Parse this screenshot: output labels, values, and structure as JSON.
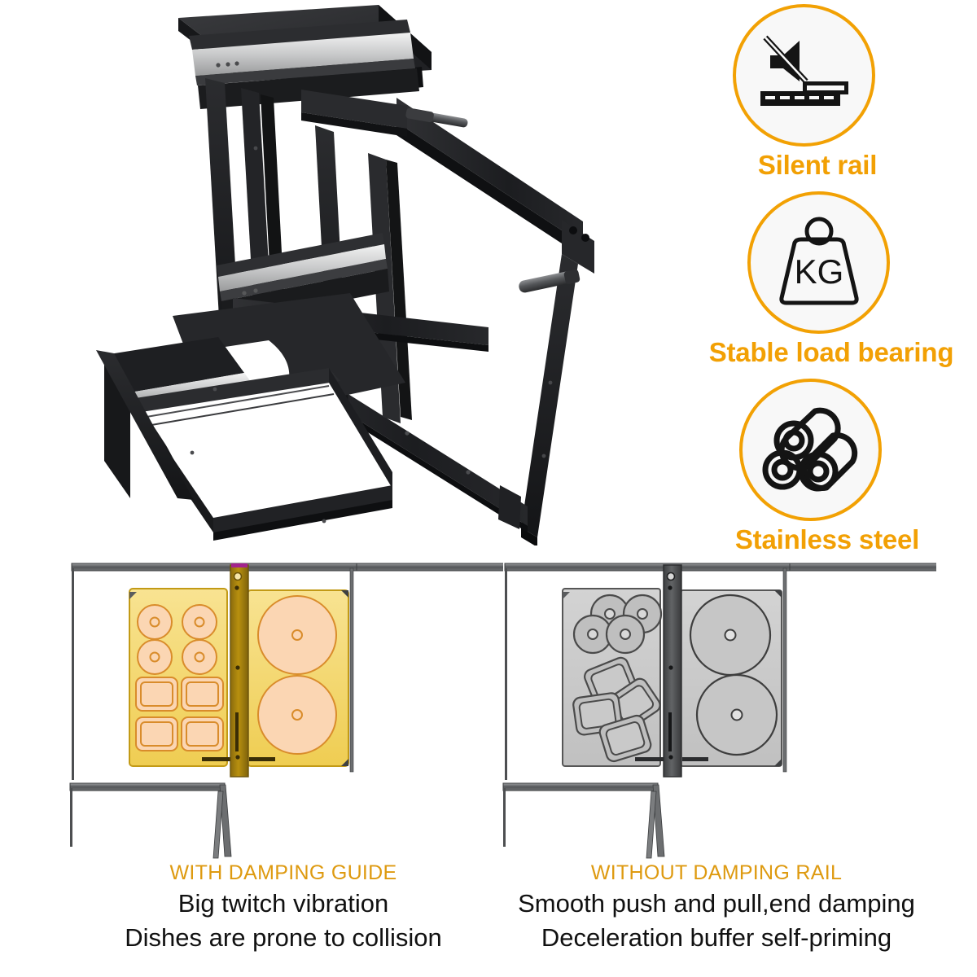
{
  "features": [
    {
      "id": "silent-rail",
      "label": "Silent rail",
      "icon": "mute-speaker-on-rail-icon",
      "ring_color": "#F2A104",
      "fill_color": "#F8F8F8"
    },
    {
      "id": "stable-load-bearing",
      "label": "Stable load bearing",
      "icon": "kg-weight-icon",
      "icon_text": "KG",
      "ring_color": "#F2A104",
      "fill_color": "#F8F8F8"
    },
    {
      "id": "stainless-steel",
      "label": "Stainless steel",
      "icon": "steel-tubes-bundle-icon",
      "ring_color": "#F2A104",
      "fill_color": "#F8F8F8"
    }
  ],
  "product_photo": {
    "alt": "pull-out dish rack frame with damping slide rails",
    "body_color": "#2e2f31",
    "dark_color": "#17181a",
    "rail_color": "#d8d9da"
  },
  "comparison": {
    "left": {
      "id": "with-damping-guide",
      "title": "WITH DAMPING GUIDE",
      "lines": [
        "Big twitch vibration",
        "Dishes are prone to collision"
      ],
      "highlight": true,
      "panel_fill": "#F5DB72",
      "panel_edge": "#C9A21A",
      "dish_fill": "#FBD6B3",
      "dish_edge": "#D98C2B",
      "rail_fill": "#9C7B13",
      "contents": {
        "left_tray": {
          "small_bowls": 4,
          "square_plates": 4,
          "arrangement": "neat-grid"
        },
        "right_tray": {
          "large_plates": 2,
          "arrangement": "neat-stack"
        }
      }
    },
    "right": {
      "id": "without-damping-rail",
      "title": "WITHOUT DAMPING RAIL",
      "lines": [
        "Smooth push and pull,end damping",
        "Deceleration buffer self-priming"
      ],
      "highlight": false,
      "panel_fill": "#C9C9C9",
      "panel_edge": "#6E6E6E",
      "dish_fill": "#BFBFBF",
      "dish_edge": "#4A4A4A",
      "rail_fill": "#4E4E4E",
      "contents": {
        "left_tray": {
          "small_bowls": 4,
          "square_plates": 4,
          "arrangement": "scattered-tilted"
        },
        "right_tray": {
          "large_plates": 2,
          "arrangement": "neat-stack"
        }
      }
    },
    "cabinet_frame_color": "#5a5c5e",
    "title_color": "#DE9A10",
    "body_text_color": "#111111"
  },
  "palette": {
    "accent_orange": "#F2A104",
    "heading_orange": "#DE9A10",
    "icon_black": "#141414",
    "background": "#FFFFFF"
  }
}
